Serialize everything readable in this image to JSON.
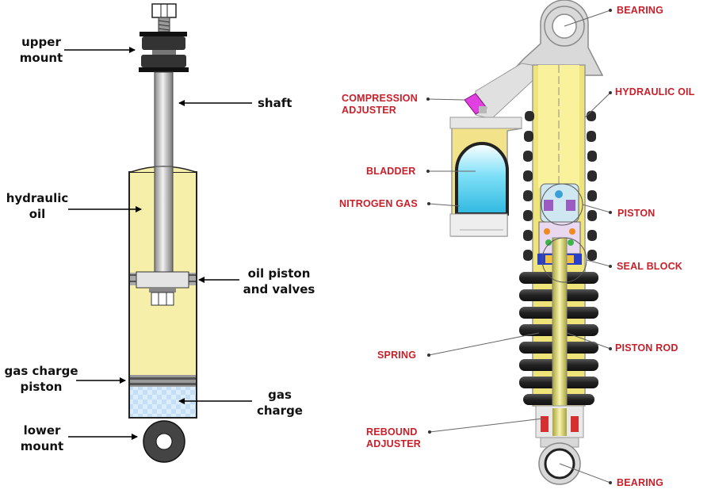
{
  "left_diagram": {
    "labels": {
      "upper_mount": [
        "upper",
        "mount"
      ],
      "shaft": "shaft",
      "hydraulic_oil": [
        "hydraulic",
        "oil"
      ],
      "oil_piston_valves": [
        "oil piston",
        "and valves"
      ],
      "gas_charge_piston": [
        "gas charge",
        "piston"
      ],
      "gas_charge": [
        "gas",
        "charge"
      ],
      "lower_mount": [
        "lower",
        "mount"
      ]
    }
  },
  "right_diagram": {
    "labels": {
      "bearing_top": "BEARING",
      "compression_adjuster": [
        "COMPRESSION",
        "ADJUSTER"
      ],
      "hydraulic_oil": "HYDRAULIC OIL",
      "bladder": "BLADDER",
      "nitrogen_gas": "NITROGEN GAS",
      "piston": "PISTON",
      "seal_block": "SEAL BLOCK",
      "spring": "SPRING",
      "piston_rod": "PISTON ROD",
      "rebound_adjuster": [
        "REBOUND",
        "ADJUSTER"
      ],
      "bearing_bottom": "BEARING"
    }
  },
  "colors": {
    "oil_fill": "#f5efaa",
    "gas_fill": "#d8ecfa",
    "label_red": "#c8202a",
    "bladder_blue": "#5fd3f0",
    "spring_dark": "#2b2b2b"
  }
}
